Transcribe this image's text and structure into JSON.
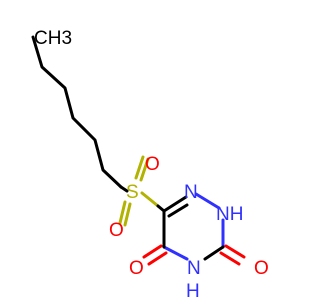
{
  "molecule": {
    "colors": {
      "carbon": "#000000",
      "oxygen": "#ff0000",
      "nitrogen": "#3030ff",
      "sulfur": "#b2b200"
    },
    "labels": {
      "methyl": "CH3",
      "sulfur": "S",
      "oxygen_top": "O",
      "oxygen_bottom": "O",
      "ring_n_top": "N",
      "ring_nh_right": "NH",
      "ring_n_bottom": "N",
      "ring_h_bottom": "H",
      "ring_o_left": "O",
      "ring_o_right": "O"
    }
  }
}
